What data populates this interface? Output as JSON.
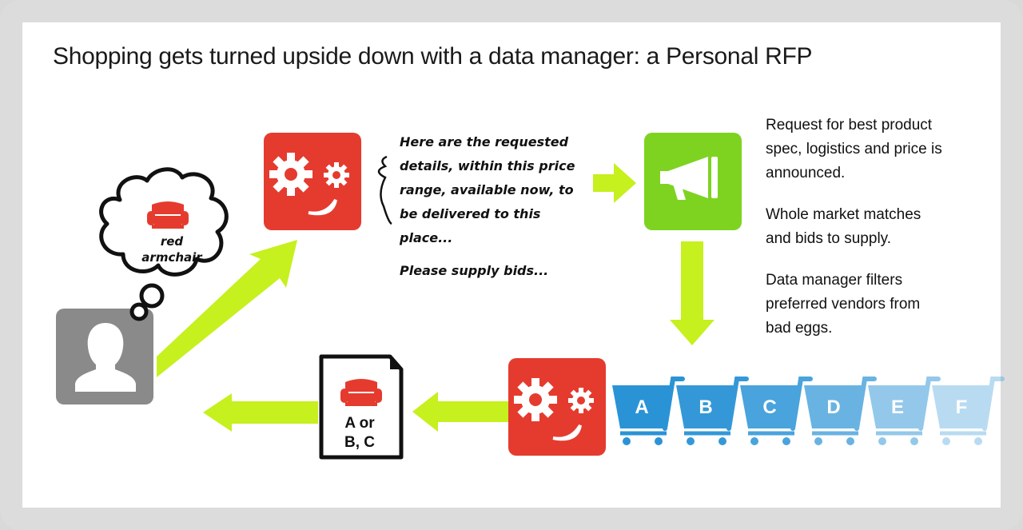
{
  "title": "Shopping gets turned upside down with a data manager: a Personal RFP",
  "thought": {
    "line1": "red",
    "line2": "armchair"
  },
  "request": {
    "lines": [
      "Here are the requested",
      "details, within this price",
      "range, available now, to",
      "be delivered to this",
      "place..."
    ],
    "closing": "Please supply bids..."
  },
  "info": {
    "p1": [
      "Request for best product",
      "spec, logistics and price is",
      "announced."
    ],
    "p2": [
      "Whole market matches",
      "and bids to supply."
    ],
    "p3": [
      "Data manager filters",
      "preferred vendors from",
      "bad eggs."
    ]
  },
  "carts": [
    "A",
    "B",
    "C",
    "D",
    "E",
    "F"
  ],
  "document": {
    "line1": "A or",
    "line2": "B, C"
  },
  "colors": {
    "red": "#e53b2f",
    "green": "#7ed321",
    "arrow": "#c6f01e",
    "blue": "#2a93d6",
    "gray": "#8a8a8a"
  },
  "icons": [
    "gears-icon",
    "megaphone-icon",
    "user-icon",
    "armchair-icon",
    "shopping-cart-icon",
    "document-icon"
  ]
}
